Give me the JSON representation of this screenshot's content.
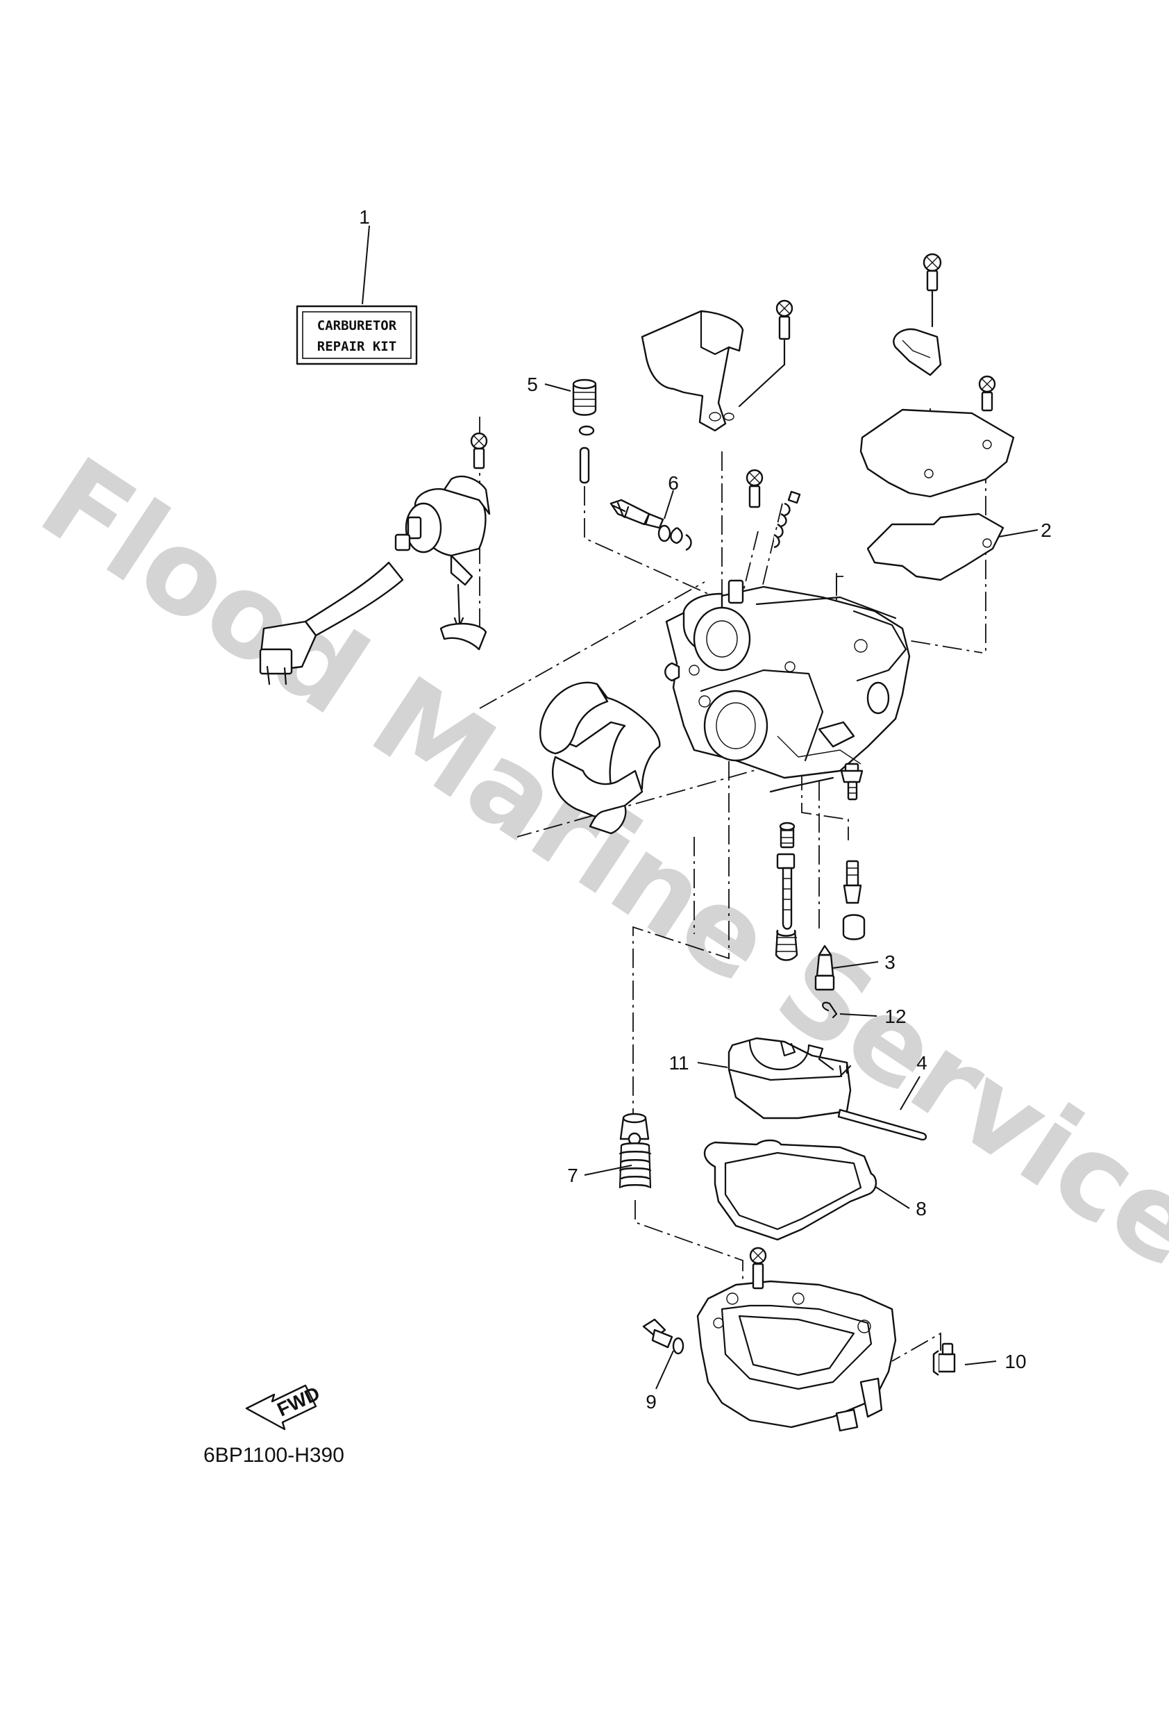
{
  "watermark": "Flood Marine Services",
  "kit_label": {
    "line1": "CARBURETOR",
    "line2": "REPAIR KIT"
  },
  "fwd_label": "FWD",
  "drawing_code": "6BP1100-H390",
  "callouts": [
    "1",
    "2",
    "3",
    "4",
    "5",
    "6",
    "7",
    "8",
    "9",
    "10",
    "11",
    "12"
  ]
}
